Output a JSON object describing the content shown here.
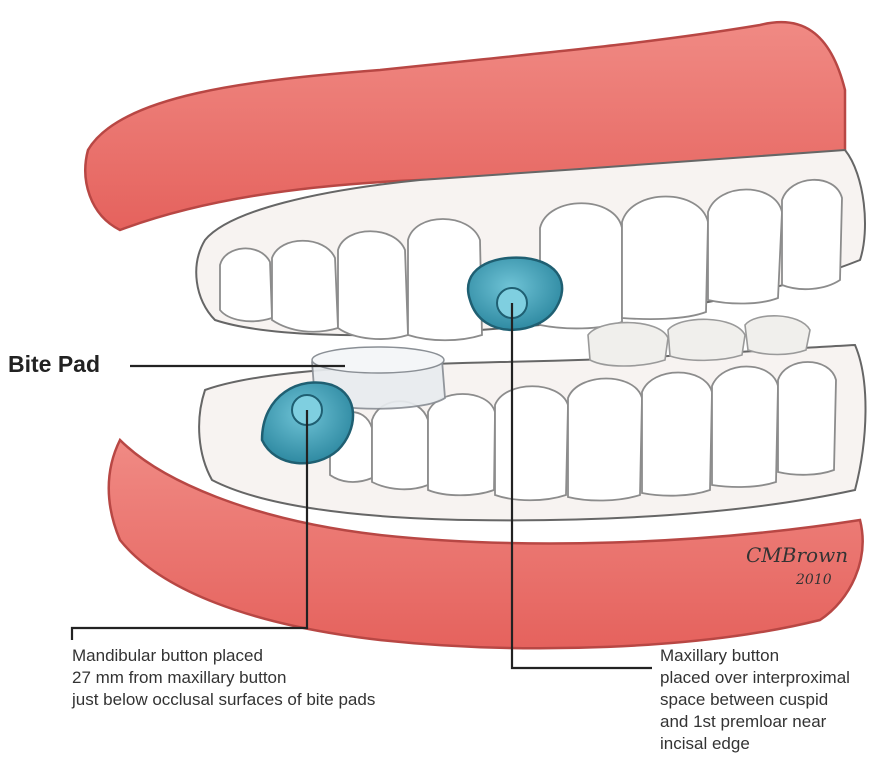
{
  "labels": {
    "bite_pad": "Bite Pad",
    "mandibular_caption": [
      "Mandibular button placed",
      "27 mm from maxillary button",
      "just below occlusal surfaces of bite pads"
    ],
    "maxillary_caption": [
      "Maxillary button",
      "placed over interproximal",
      "space between cuspid",
      "and 1st premloar near",
      "incisal edge"
    ]
  },
  "signature": [
    "CMBrown",
    "2010"
  ],
  "colors": {
    "gum": "#e8706c",
    "gum_dark": "#c84f4c",
    "tooth": "#f6f6f4",
    "tooth_outline": "#9a9a9a",
    "button": "#3f9fb6",
    "button_dark": "#1f5f72",
    "leader_line": "#222222"
  }
}
